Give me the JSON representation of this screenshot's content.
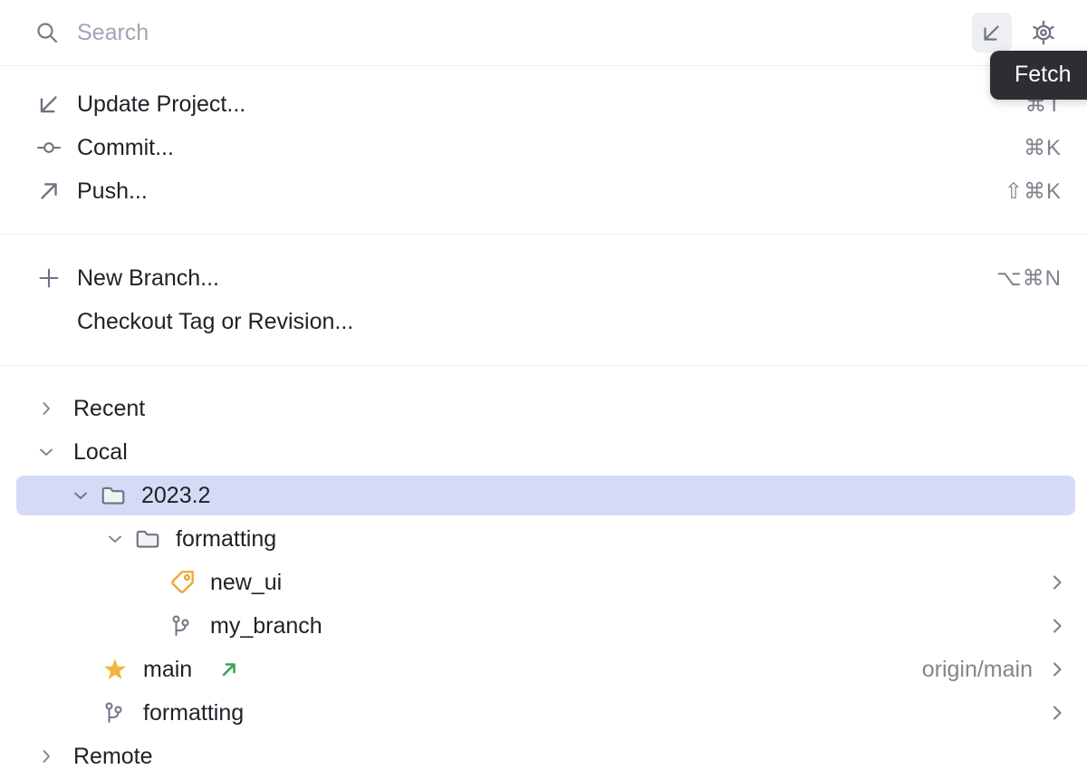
{
  "search": {
    "placeholder": "Search"
  },
  "toolbar": {
    "tooltip": "Fetch"
  },
  "actions": [
    {
      "label": "Update Project...",
      "icon": "update-project-icon",
      "shortcut": "⌘T"
    },
    {
      "label": "Commit...",
      "icon": "commit-icon",
      "shortcut": "⌘K"
    },
    {
      "label": "Push...",
      "icon": "push-icon",
      "shortcut": "⇧⌘K"
    }
  ],
  "branch_actions": [
    {
      "label": "New Branch...",
      "icon": "plus-icon",
      "shortcut": "⌥⌘N"
    },
    {
      "label": "Checkout Tag or Revision...",
      "icon": "",
      "shortcut": ""
    }
  ],
  "tree": {
    "items": [
      {
        "label": "Recent",
        "level": 1,
        "chevron": "right",
        "icon": ""
      },
      {
        "label": "Local",
        "level": 1,
        "chevron": "down",
        "icon": ""
      },
      {
        "label": "2023.2",
        "level": 2,
        "chevron": "down",
        "icon": "folder-icon",
        "selected": true
      },
      {
        "label": "formatting",
        "level": 3,
        "chevron": "down",
        "icon": "folder-icon"
      },
      {
        "label": "new_ui",
        "level": 4,
        "chevron": "",
        "icon": "tag-icon",
        "has_submenu": true
      },
      {
        "label": "my_branch",
        "level": 4,
        "chevron": "",
        "icon": "branch-icon",
        "has_submenu": true
      },
      {
        "label": "main",
        "level": 2,
        "chevron": "",
        "icon": "star-icon",
        "outgoing": true,
        "right_text": "origin/main",
        "has_submenu": true
      },
      {
        "label": "formatting",
        "level": 2,
        "chevron": "",
        "icon": "branch-icon",
        "has_submenu": true
      },
      {
        "label": "Remote",
        "level": 1,
        "chevron": "right",
        "icon": ""
      }
    ]
  },
  "colors": {
    "selection": "#d5dbf7",
    "divider": "#ebecf0",
    "tooltip_bg": "#2c2e33",
    "icon_gray": "#6f7381",
    "shortcut_gray": "#7f838d",
    "star_yellow": "#f0b440",
    "tag_orange": "#f0a73c",
    "outgoing_green": "#42a051",
    "text": "#1e2127",
    "placeholder": "#a1a5b3"
  }
}
